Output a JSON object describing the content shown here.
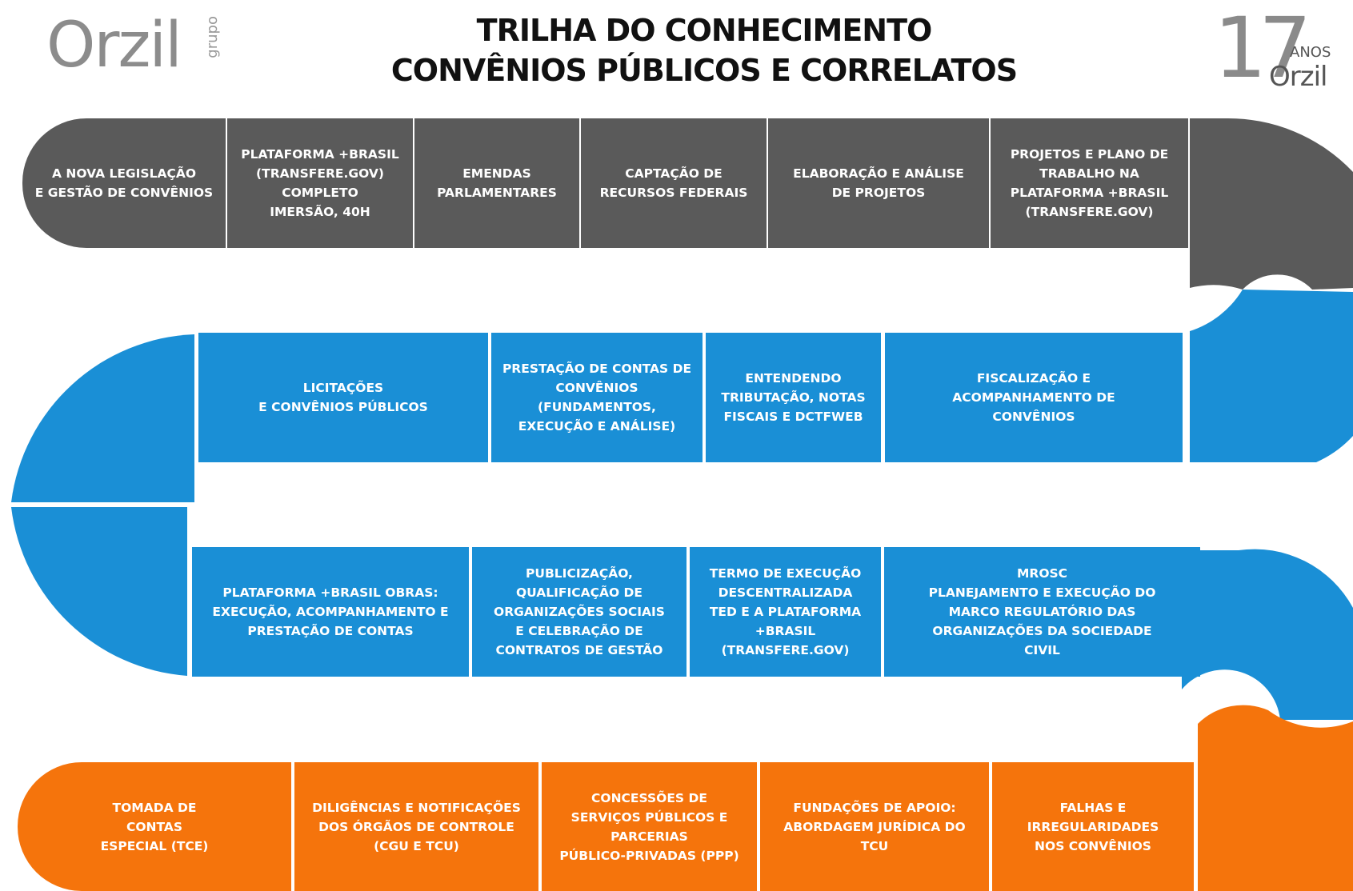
{
  "header": {
    "title_line1": "TRILHA DO CONHECIMENTO",
    "title_line2": "CONVÊNIOS PÚBLICOS E CORRELATOS"
  },
  "logo": {
    "brand": "Orzil",
    "sub": "grupo"
  },
  "anniversary": {
    "number": "17",
    "label": "ANOS",
    "brand": "Orzil"
  },
  "colors": {
    "gray": "#5a5a5a",
    "blue": "#1a8fd6",
    "orange": "#f5740c"
  },
  "rows": [
    {
      "color": "gray",
      "steps": [
        "A NOVA LEGISLAÇÃO\nE GESTÃO DE CONVÊNIOS",
        "PLATAFORMA +BRASIL\n(TRANSFERE.GOV)\nCOMPLETO\nIMERSÃO, 40H",
        "EMENDAS\nPARLAMENTARES",
        "CAPTAÇÃO DE\nRECURSOS FEDERAIS",
        "ELABORAÇÃO E ANÁLISE\nDE PROJETOS",
        "PROJETOS E PLANO DE\nTRABALHO NA\nPLATAFORMA +BRASIL\n(TRANSFERE.GOV)"
      ]
    },
    {
      "color": "blue",
      "steps": [
        "LICITAÇÕES\nE CONVÊNIOS PÚBLICOS",
        "PRESTAÇÃO DE CONTAS DE\nCONVÊNIOS\n(FUNDAMENTOS,\nEXECUÇÃO E ANÁLISE)",
        "ENTENDENDO\nTRIBUTAÇÃO, NOTAS\nFISCAIS E DCTFWEB",
        "FISCALIZAÇÃO E\nACOMPANHAMENTO DE\nCONVÊNIOS"
      ]
    },
    {
      "color": "blue",
      "steps": [
        "PLATAFORMA +BRASIL OBRAS:\nEXECUÇÃO, ACOMPANHAMENTO E\nPRESTAÇÃO DE CONTAS",
        "PUBLICIZAÇÃO,\nQUALIFICAÇÃO DE\nORGANIZAÇÕES SOCIAIS\nE CELEBRAÇÃO DE\nCONTRATOS DE GESTÃO",
        "TERMO DE EXECUÇÃO\nDESCENTRALIZADA\nTED E A PLATAFORMA\n+BRASIL\n(TRANSFERE.GOV)",
        "MROSC\nPLANEJAMENTO E EXECUÇÃO DO\nMARCO REGULATÓRIO DAS\nORGANIZAÇÕES DA SOCIEDADE\nCIVIL"
      ]
    },
    {
      "color": "orange",
      "steps": [
        "TOMADA DE\nCONTAS\nESPECIAL (TCE)",
        "DILIGÊNCIAS E NOTIFICAÇÕES\nDOS ÓRGÃOS DE CONTROLE\n(CGU E TCU)",
        "CONCESSÕES DE\nSERVIÇOS PÚBLICOS E\nPARCERIAS\nPÚBLICO-PRIVADAS (PPP)",
        "FUNDAÇÕES DE APOIO:\nABORDAGEM JURÍDICA DO\nTCU",
        "FALHAS E\nIRREGULARIDADES\nNOS CONVÊNIOS"
      ]
    }
  ]
}
